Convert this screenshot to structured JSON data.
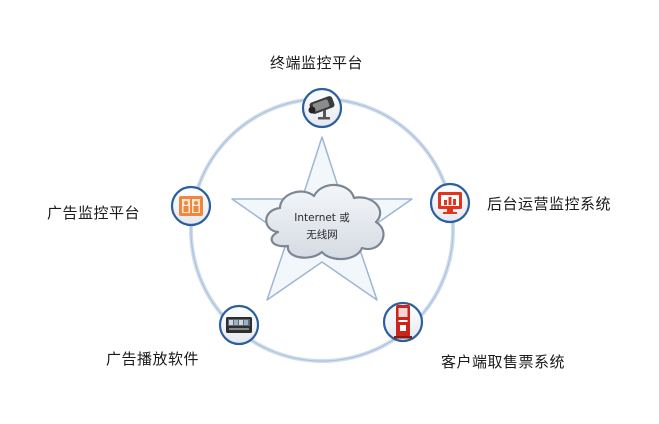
{
  "center": {
    "line1": "Internet 或",
    "line2": "无线网"
  },
  "nodes": {
    "top": {
      "label": "终端监控平台",
      "icon": "security-camera-icon"
    },
    "right": {
      "label": "后台运营监控系统",
      "icon": "monitor-icon"
    },
    "bottom_right": {
      "label": "客户端取售票系统",
      "icon": "ticket-kiosk-icon"
    },
    "bottom_left": {
      "label": "广告播放软件",
      "icon": "media-player-icon"
    },
    "left": {
      "label": "广告监控平台",
      "icon": "ad-monitor-icon"
    }
  },
  "colors": {
    "ring": "#cfdcec",
    "star_fill": "#f2f7fc",
    "star_stroke": "#9fb6d2",
    "cloud_fill": "#e6ebf1",
    "cloud_stroke": "#7d8794",
    "node_border": "#2c5fa0",
    "accent_red": "#e0341d",
    "accent_orange": "#f2863c"
  }
}
